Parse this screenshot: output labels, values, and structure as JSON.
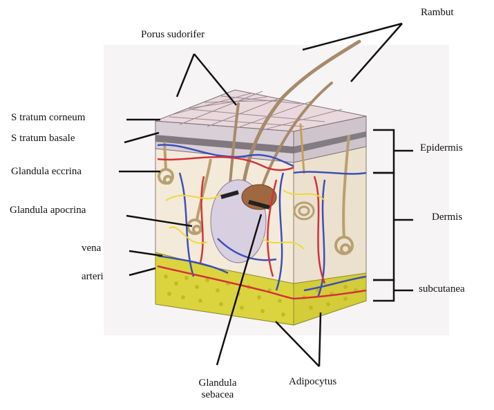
{
  "labels": {
    "rambut": "Rambut",
    "porus_sudorifer": "Porus sudorifer",
    "stratum_corneum": "S tratum corneum",
    "stratum_basale": "S tratum basale",
    "glandula_eccrina": "Glandula eccrina",
    "glandula_apocrina": "Glandula apocrina",
    "vena": "vena",
    "arteri": "arteri",
    "epidermis": "Epidermis",
    "dermis": "Dermis",
    "subcutanea": "subcutanea",
    "glandula_sebacea_line1": "Glandula",
    "glandula_sebacea_line2": "sebacea",
    "adipocytus": "Adipocytus"
  },
  "colors": {
    "skin_surface": "#e8d5d8",
    "dermis": "#f1e7d8",
    "fat": "#d8d23a",
    "vein": "#3a4fb8",
    "artery": "#d2313a",
    "nerve": "#f0dc3a",
    "hair": "#a88a6a",
    "gland": "#b8a070"
  }
}
